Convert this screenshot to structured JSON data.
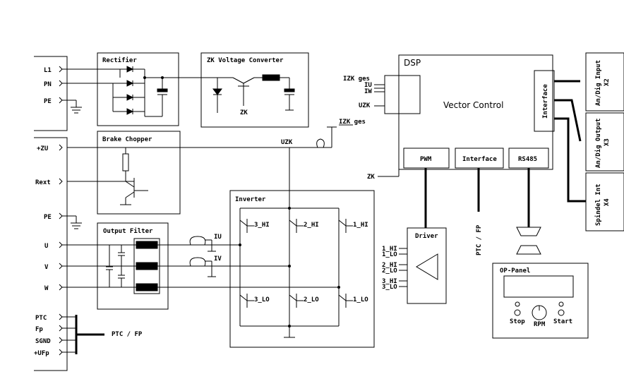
{
  "terminals": {
    "l1": "L1",
    "pn": "PN",
    "pe_top": "PE",
    "plus_zu": "+ZU",
    "rext": "Rext",
    "pe_mid": "PE",
    "u": "U",
    "v": "V",
    "w": "W",
    "ptc": "PTC",
    "fp": "Fp",
    "sgnd": "SGND",
    "plus_ufp": "+UFp"
  },
  "blocks": {
    "rectifier": "Rectifier",
    "zk_converter": "ZK Voltage Converter",
    "zk_label": "ZK",
    "brake_chopper": "Brake Chopper",
    "output_filter": "Output Filter",
    "inverter": "Inverter",
    "driver": "Driver",
    "dsp": "DSP",
    "vector_control": "Vector Control",
    "dsp_interface_vertical": "Interface",
    "pwm": "PWM",
    "interface": "Interface",
    "rs485": "RS485",
    "op_panel": "OP-Panel"
  },
  "signals": {
    "izk_ges": "IZK ges",
    "izk_ges_dsp": "IZK ges",
    "iu_dsp": "IU",
    "iw_dsp": "IW",
    "uzk_dsp": "UZK",
    "uzk": "UZK",
    "iu": "IU",
    "iv": "IV",
    "zk_in": "ZK",
    "ptc_fp_bus": "PTC / FP",
    "ptc_fp_vertical": "PTC / FP"
  },
  "transistors": {
    "hi3": "3_HI",
    "hi2": "2_HI",
    "hi1": "1_HI",
    "lo3": "3_LO",
    "lo2": "2_LO",
    "lo1": "1_LO"
  },
  "driver_pins": {
    "p1hi": "1_HI",
    "p1lo": "1_LO",
    "p2hi": "2_HI",
    "p2lo": "2_LO",
    "p3hi": "3_HI",
    "p3lo": "3_LO"
  },
  "connectors": {
    "x2_name": "An/Dig Input",
    "x2_id": "X2",
    "x3_name": "An/Dig Output",
    "x3_id": "X3",
    "x4_name": "Spindel Int",
    "x4_id": "X4"
  },
  "panel": {
    "stop": "Stop",
    "rpm": "RPM",
    "start": "Start"
  }
}
